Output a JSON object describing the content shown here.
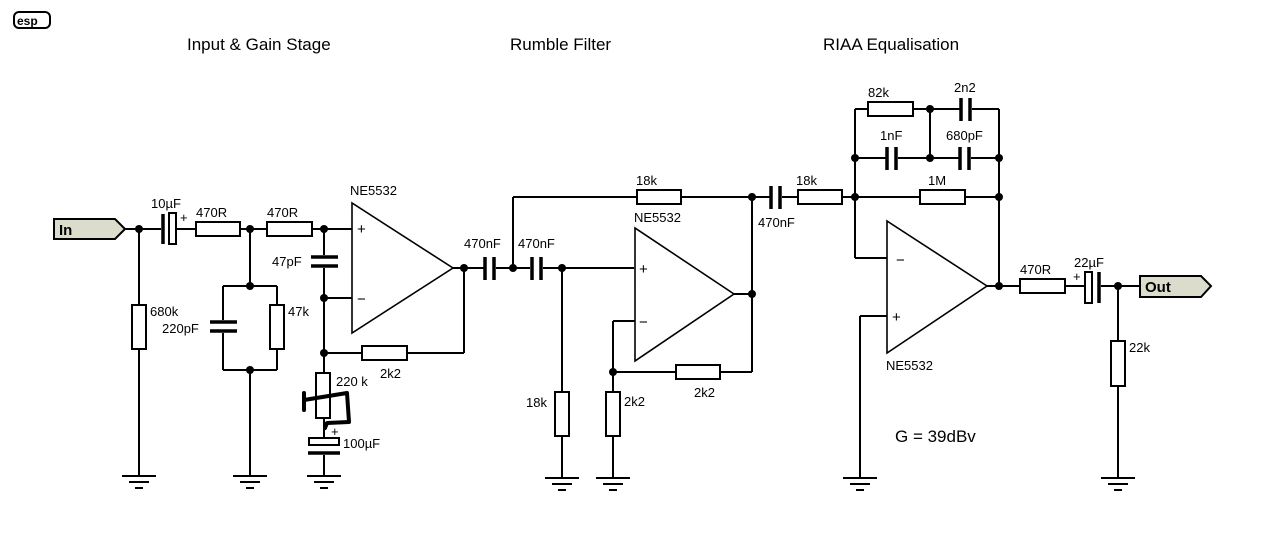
{
  "logo": "esp",
  "sections": {
    "input_gain": "Input & Gain Stage",
    "rumble": "Rumble Filter",
    "riaa": "RIAA Equalisation"
  },
  "ports": {
    "input": "In",
    "output": "Out"
  },
  "components": {
    "c_in": "10µF",
    "r_in1": "470R",
    "r_in2": "470R",
    "r_shunt_in": "680k",
    "c_220p": "220pF",
    "r_47k": "47k",
    "c_47p": "47pF",
    "opamp1": "NE5532",
    "r_fb1": "2k2",
    "pot_220k": "220 k",
    "c_100u": "100µF",
    "c_rf1": "470nF",
    "c_rf2": "470nF",
    "r_rf_top": "18k",
    "opamp2": "NE5532",
    "r_rf_gnd": "18k",
    "r_rf_neg": "2k2",
    "r_rf_fb": "2k2",
    "c_riaa_in": "470nF",
    "r_riaa_in": "18k",
    "r_82k": "82k",
    "c_2n2": "2n2",
    "c_1nf": "1nF",
    "c_680p": "680pF",
    "r_1m": "1M",
    "opamp3": "NE5532",
    "r_out": "470R",
    "c_out": "22µF",
    "r_load": "22k"
  },
  "pins": {
    "plus": "+",
    "minus": "−"
  },
  "gain_note": "G = 39dBv"
}
